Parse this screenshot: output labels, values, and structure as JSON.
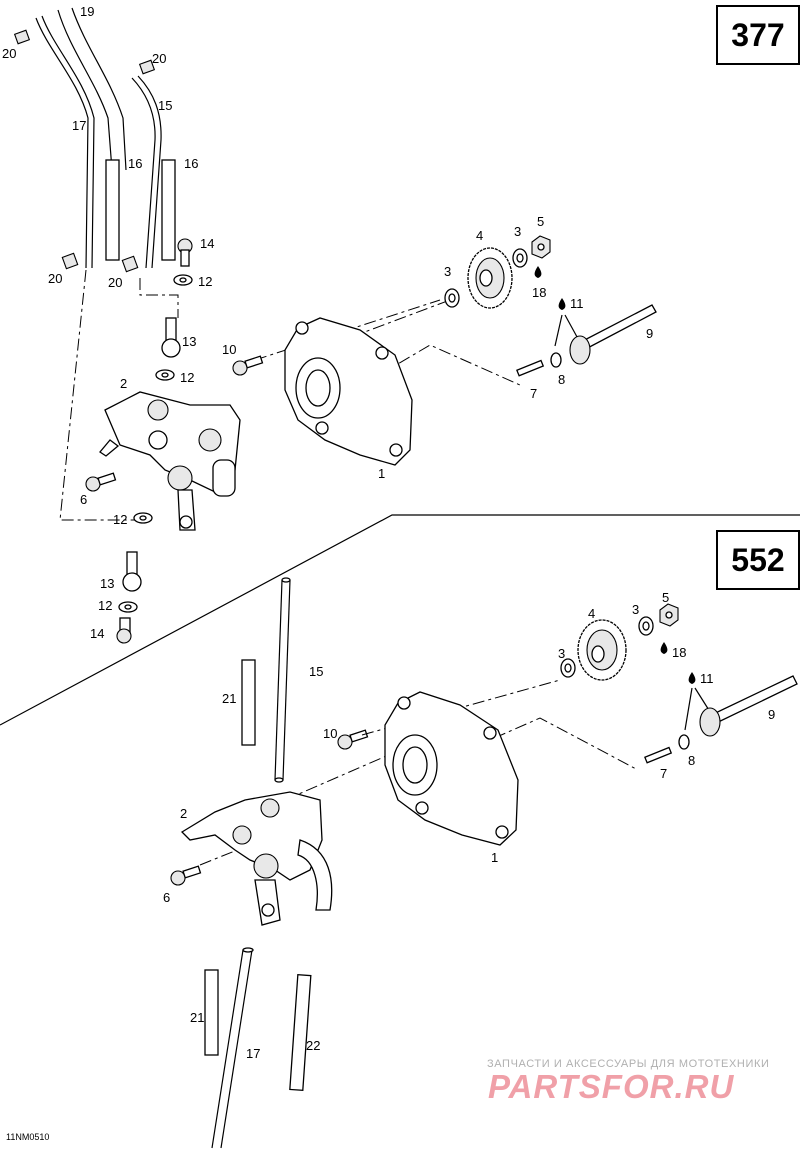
{
  "models": {
    "upper": "377",
    "lower": "552"
  },
  "drawing_code": "11NM0510",
  "watermark": {
    "tagline": "ЗАПЧАСТИ И АКСЕССУАРЫ ДЛЯ МОТОТЕХНИКИ",
    "logo": "PARTSFOR.RU"
  },
  "upper_callouts": {
    "c19": "19",
    "c20a": "20",
    "c20b": "20",
    "c15": "15",
    "c17": "17",
    "c16a": "16",
    "c16b": "16",
    "c14a": "14",
    "c12a": "12",
    "c20c": "20",
    "c20d": "20",
    "c13a": "13",
    "c10": "10",
    "c12b": "12",
    "c2": "2",
    "c1": "1",
    "c6": "6",
    "c12c": "12",
    "c13b": "13",
    "c12d": "12",
    "c14b": "14",
    "c4": "4",
    "c3a": "3",
    "c5": "5",
    "c3b": "3",
    "c18": "18",
    "c11": "11",
    "c9": "9",
    "c8": "8",
    "c7": "7"
  },
  "lower_callouts": {
    "c15": "15",
    "c21a": "21",
    "c10": "10",
    "c2": "2",
    "c6": "6",
    "c1": "1",
    "c4": "4",
    "c3a": "3",
    "c5": "5",
    "c3b": "3",
    "c18": "18",
    "c11": "11",
    "c9": "9",
    "c8": "8",
    "c7": "7",
    "c21b": "21",
    "c17": "17",
    "c22": "22"
  }
}
